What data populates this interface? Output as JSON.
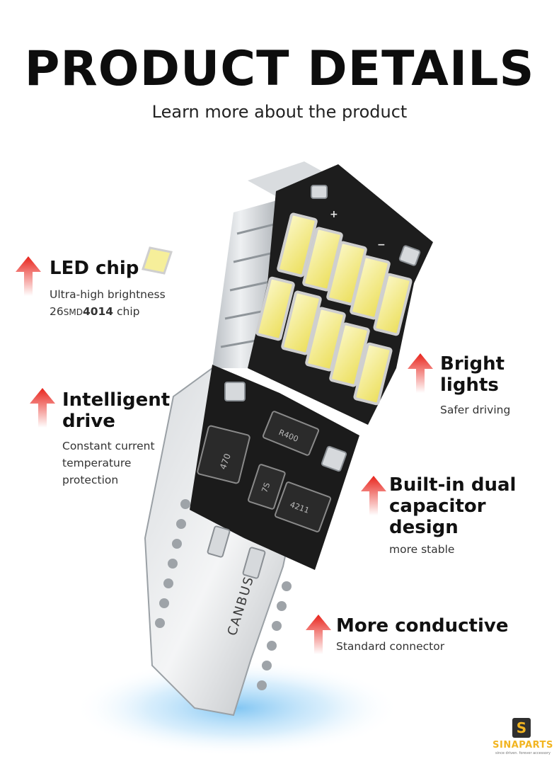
{
  "header": {
    "title": "PRODUCT DETAILS",
    "subtitle": "Learn more about the product"
  },
  "features": {
    "led_chip": {
      "title": "LED chip",
      "desc_line1": "Ultra-high brightness",
      "desc_line2_num1": "26",
      "desc_line2_small": "SMD",
      "desc_line2_num2": "4014",
      "desc_line2_tail": " chip"
    },
    "intelligent_drive": {
      "title_line1": "Intelligent",
      "title_line2": "drive",
      "desc_line1": "Constant current",
      "desc_line2": "temperature",
      "desc_line3": "protection"
    },
    "bright_lights": {
      "title_line1": "Bright",
      "title_line2": "lights",
      "desc": "Safer driving"
    },
    "dual_capacitor": {
      "title_line1": "Built-in dual",
      "title_line2": "capacitor design",
      "desc": "more stable"
    },
    "conductive": {
      "title": "More conductive",
      "desc": "Standard connector"
    }
  },
  "bulb_markings": {
    "canbus": "CANBUS",
    "resistor1": "470",
    "resistor2": "R400",
    "ic": "4211",
    "small_part": "7S",
    "plus": "+",
    "minus": "−"
  },
  "logo": {
    "mark": "S",
    "brand": "SINAPARTS",
    "tagline": "since driven. forever accessory"
  },
  "icons": {
    "arrow": "red-up-arrow-icon",
    "chip": "led-chip-icon"
  },
  "colors": {
    "arrow_red": "#e8241c",
    "chip_yellow": "#f6ef9a",
    "pcb_black": "#1c1c1c",
    "glow_blue": "#9fd4f7",
    "logo_gold": "#f2b521"
  }
}
